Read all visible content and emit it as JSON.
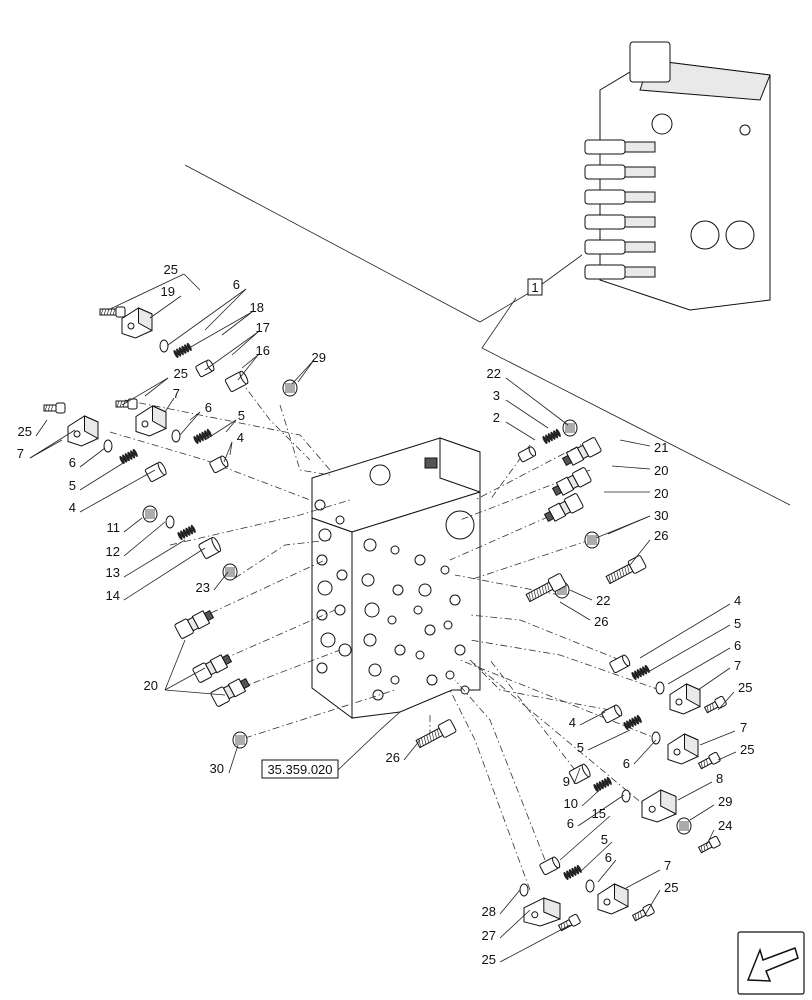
{
  "diagram": {
    "reference_box": "35.359.020",
    "assembly_marker": "1",
    "nav_icon": "arrow-icon",
    "callouts": [
      {
        "id": "c25a",
        "text": "25"
      },
      {
        "id": "c19",
        "text": "19"
      },
      {
        "id": "c6a",
        "text": "6"
      },
      {
        "id": "c18",
        "text": "18"
      },
      {
        "id": "c17",
        "text": "17"
      },
      {
        "id": "c16",
        "text": "16"
      },
      {
        "id": "c29a",
        "text": "29"
      },
      {
        "id": "c25b",
        "text": "25"
      },
      {
        "id": "c7a",
        "text": "7"
      },
      {
        "id": "c6b",
        "text": "6"
      },
      {
        "id": "c5a",
        "text": "5"
      },
      {
        "id": "c4a",
        "text": "4"
      },
      {
        "id": "c25c",
        "text": "25"
      },
      {
        "id": "c7b",
        "text": "7"
      },
      {
        "id": "c6c",
        "text": "6"
      },
      {
        "id": "c5b",
        "text": "5"
      },
      {
        "id": "c4b",
        "text": "4"
      },
      {
        "id": "c11",
        "text": "11"
      },
      {
        "id": "c12",
        "text": "12"
      },
      {
        "id": "c13",
        "text": "13"
      },
      {
        "id": "c14",
        "text": "14"
      },
      {
        "id": "c23",
        "text": "23"
      },
      {
        "id": "c20a",
        "text": "20"
      },
      {
        "id": "c30a",
        "text": "30"
      },
      {
        "id": "c22a",
        "text": "22"
      },
      {
        "id": "c3",
        "text": "3"
      },
      {
        "id": "c2",
        "text": "2"
      },
      {
        "id": "c21",
        "text": "21"
      },
      {
        "id": "c20b",
        "text": "20"
      },
      {
        "id": "c20c",
        "text": "20"
      },
      {
        "id": "c30b",
        "text": "30"
      },
      {
        "id": "c26a",
        "text": "26"
      },
      {
        "id": "c22b",
        "text": "22"
      },
      {
        "id": "c26b",
        "text": "26"
      },
      {
        "id": "c4c",
        "text": "4"
      },
      {
        "id": "c5c",
        "text": "5"
      },
      {
        "id": "c6d",
        "text": "6"
      },
      {
        "id": "c7c",
        "text": "7"
      },
      {
        "id": "c25d",
        "text": "25"
      },
      {
        "id": "c4d",
        "text": "4"
      },
      {
        "id": "c5d",
        "text": "5"
      },
      {
        "id": "c6e",
        "text": "6"
      },
      {
        "id": "c7d",
        "text": "7"
      },
      {
        "id": "c25e",
        "text": "25"
      },
      {
        "id": "c26c",
        "text": "26"
      },
      {
        "id": "c9",
        "text": "9"
      },
      {
        "id": "c10",
        "text": "10"
      },
      {
        "id": "c6f",
        "text": "6"
      },
      {
        "id": "c8",
        "text": "8"
      },
      {
        "id": "c29b",
        "text": "29"
      },
      {
        "id": "c24",
        "text": "24"
      },
      {
        "id": "c15",
        "text": "15"
      },
      {
        "id": "c5e",
        "text": "5"
      },
      {
        "id": "c6g",
        "text": "6"
      },
      {
        "id": "c7e",
        "text": "7"
      },
      {
        "id": "c25f",
        "text": "25"
      },
      {
        "id": "c28",
        "text": "28"
      },
      {
        "id": "c27",
        "text": "27"
      },
      {
        "id": "c25g",
        "text": "25"
      }
    ]
  }
}
